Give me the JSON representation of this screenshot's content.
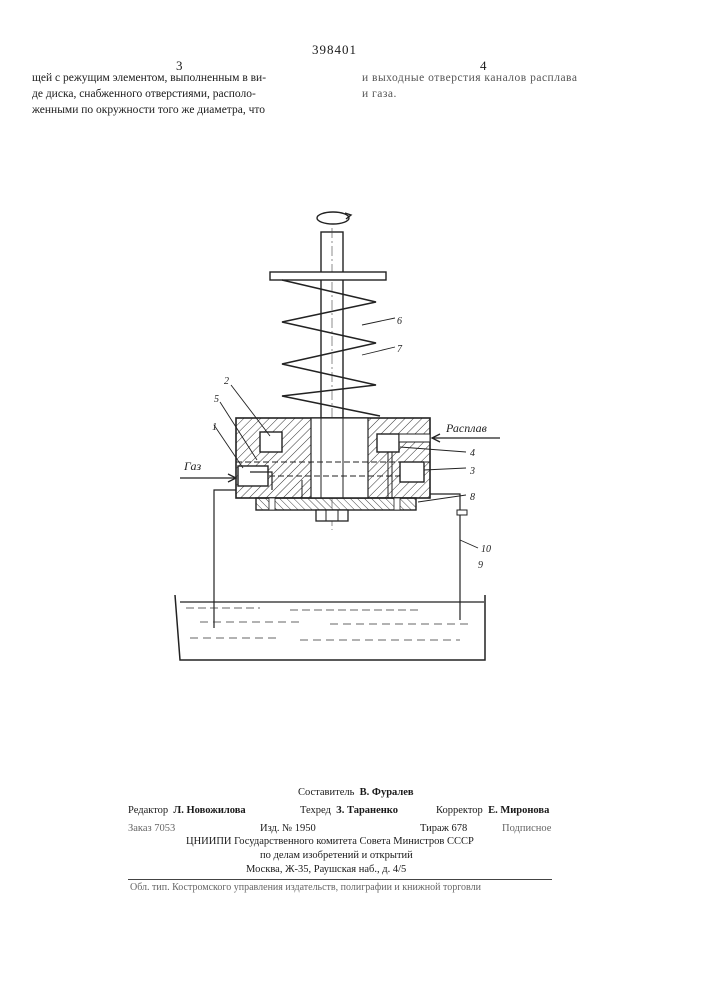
{
  "header": {
    "patent_number": "398401",
    "col_left": "3",
    "col_right": "4"
  },
  "left_column": {
    "lines": [
      "щей с режущим элементом, выполненным в ви-",
      "де диска, снабженного отверстиями, располо-",
      "женными по окружности того же диаметра, что"
    ]
  },
  "right_column": {
    "lines": [
      "и  выходные  отверстия  каналов  расплава",
      "и газа."
    ]
  },
  "figure": {
    "label_gas": "Газ",
    "label_melt": "Расплав",
    "part_numbers": [
      "1",
      "2",
      "3",
      "4",
      "5",
      "6",
      "7",
      "8",
      "9",
      "10"
    ]
  },
  "footer": {
    "compiler_label": "Составитель",
    "compiler_name": "В.  Фуралев",
    "editor_label": "Редактор",
    "editor_name": "Л.  Новожилова",
    "techred_label": "Техред",
    "techred_name": "З.  Тараненко",
    "corrector_label": "Корректор",
    "corrector_name": "Е.  Миронова",
    "order": "Заказ 7053",
    "edition": "Изд. № 1950",
    "print_run": "Тираж 678",
    "subscription": "Подписное",
    "org_line1": "ЦНИИПИ Государственного комитета Совета Министров СССР",
    "org_line2": "по делам изобретений и открытий",
    "address": "Москва, Ж-35, Раушская наб., д. 4/5",
    "printer": "Обл. тип. Костромского управления издательств, полиграфии и книжной торговли"
  }
}
